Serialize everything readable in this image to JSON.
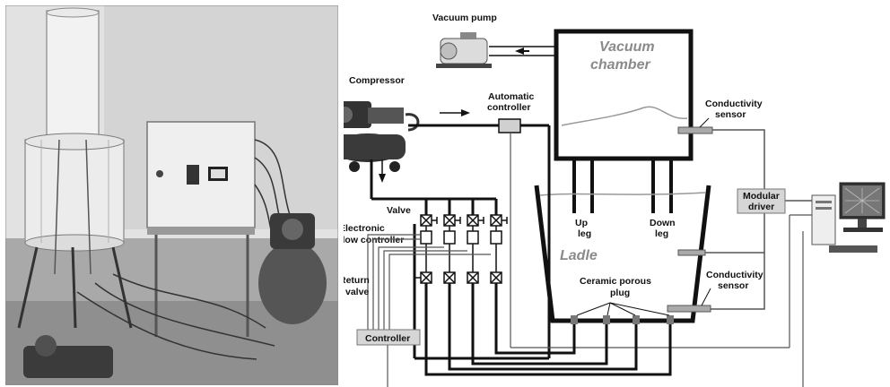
{
  "labels": {
    "vacuum_pump": "Vacuum pump",
    "vacuum_chamber_line1": "Vacuum",
    "vacuum_chamber_line2": "chamber",
    "compressor": "Compressor",
    "automatic_controller_line1": "Automatic",
    "automatic_controller_line2": "controller",
    "conductivity_sensor_top_line1": "Conductivity",
    "conductivity_sensor_top_line2": "sensor",
    "modular_driver_line1": "Modular",
    "modular_driver_line2": "driver",
    "valve": "Valve",
    "electronic_flow_controller_line1": "Electronic",
    "electronic_flow_controller_line2": "flow controller",
    "up_leg_line1": "Up",
    "up_leg_line2": "leg",
    "down_leg_line1": "Down",
    "down_leg_line2": "leg",
    "ladle": "Ladle",
    "return_valve_line1": "Return",
    "return_valve_line2": "valve",
    "ceramic_plug_line1": "Ceramic porous",
    "ceramic_plug_line2": "plug",
    "conductivity_sensor_bottom_line1": "Conductivity",
    "conductivity_sensor_bottom_line2": "sensor",
    "controller": "Controller"
  }
}
